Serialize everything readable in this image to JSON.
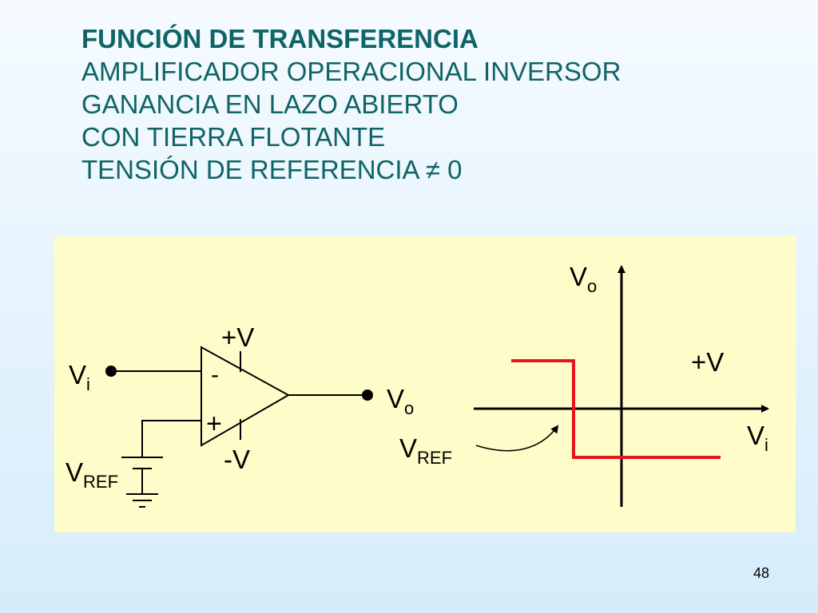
{
  "title": {
    "lines": [
      "FUNCIÓN DE TRANSFERENCIA",
      "AMPLIFICADOR OPERACIONAL INVERSOR",
      "GANANCIA EN LAZO ABIERTO",
      "CON TIERRA FLOTANTE",
      "TENSIÓN DE REFERENCIA ≠ 0"
    ]
  },
  "circuit": {
    "input_label": {
      "main": "V",
      "sub": "i"
    },
    "output_label": {
      "main": "V",
      "sub": "o"
    },
    "ref_label": {
      "main": "V",
      "sub": "REF"
    },
    "minus_sign": "-",
    "plus_sign": "+",
    "pos_supply": "+V",
    "neg_supply": "-V"
  },
  "graph": {
    "y_axis_label": {
      "main": "V",
      "sub": "o"
    },
    "x_axis_label": {
      "main": "V",
      "sub": "i"
    },
    "high_level_label": "+V",
    "ref_label": {
      "main": "V",
      "sub": "REF"
    },
    "curve_color": "#e8141c"
  },
  "page_number": "48"
}
